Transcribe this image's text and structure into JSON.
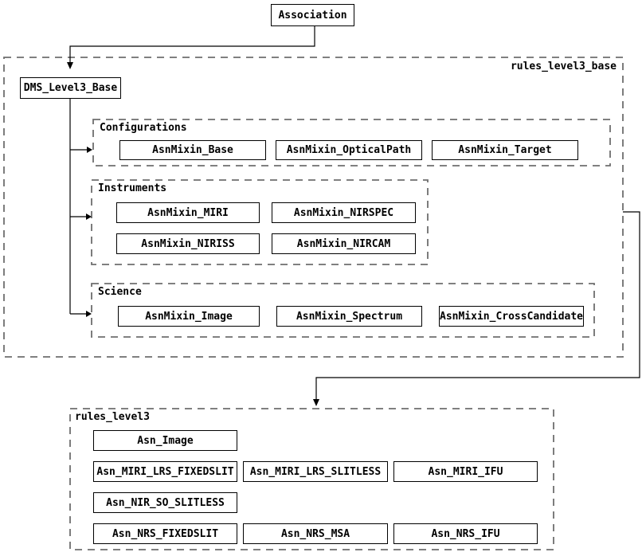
{
  "diagram": {
    "root": {
      "label": "Association"
    },
    "base_cluster": {
      "label": "rules_level3_base",
      "base_node": {
        "label": "DMS_Level3_Base"
      },
      "groups": [
        {
          "label": "Configurations",
          "boxes": [
            "AsnMixin_Base",
            "AsnMixin_OpticalPath",
            "AsnMixin_Target"
          ]
        },
        {
          "label": "Instruments",
          "boxes": [
            "AsnMixin_MIRI",
            "AsnMixin_NIRSPEC",
            "AsnMixin_NIRISS",
            "AsnMixin_NIRCAM"
          ]
        },
        {
          "label": "Science",
          "boxes": [
            "AsnMixin_Image",
            "AsnMixin_Spectrum",
            "AsnMixin_CrossCandidate"
          ]
        }
      ]
    },
    "rules_cluster": {
      "label": "rules_level3",
      "rows": [
        [
          "Asn_Image"
        ],
        [
          "Asn_MIRI_LRS_FIXEDSLIT",
          "Asn_MIRI_LRS_SLITLESS",
          "Asn_MIRI_IFU"
        ],
        [
          "Asn_NIR_SO_SLITLESS"
        ],
        [
          "Asn_NRS_FIXEDSLIT",
          "Asn_NRS_MSA",
          "Asn_NRS_IFU"
        ]
      ]
    },
    "colors": {
      "node_border": "#000000",
      "cluster_border": "#6e6e6e",
      "connector": "#000000",
      "background": "#ffffff",
      "text": "#000000"
    }
  }
}
